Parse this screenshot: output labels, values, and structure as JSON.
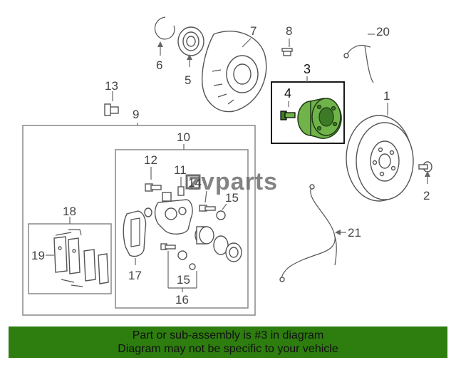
{
  "watermark": "zvparts",
  "banner": {
    "line1": "Part or sub-assembly is #3 in diagram",
    "line2": "Diagram may not be specific to your vehicle",
    "color": "#2e7d0f"
  },
  "highlight_color": "#6fb34a",
  "callouts": {
    "c1": "1",
    "c2": "2",
    "c3": "3",
    "c4": "4",
    "c5": "5",
    "c6": "6",
    "c7": "7",
    "c8": "8",
    "c9": "9",
    "c10": "10",
    "c11": "11",
    "c12": "12",
    "c13": "13",
    "c14": "14",
    "c15a": "15",
    "c15b": "15",
    "c16": "16",
    "c17": "17",
    "c18": "18",
    "c19": "19",
    "c20": "20",
    "c21": "21"
  }
}
